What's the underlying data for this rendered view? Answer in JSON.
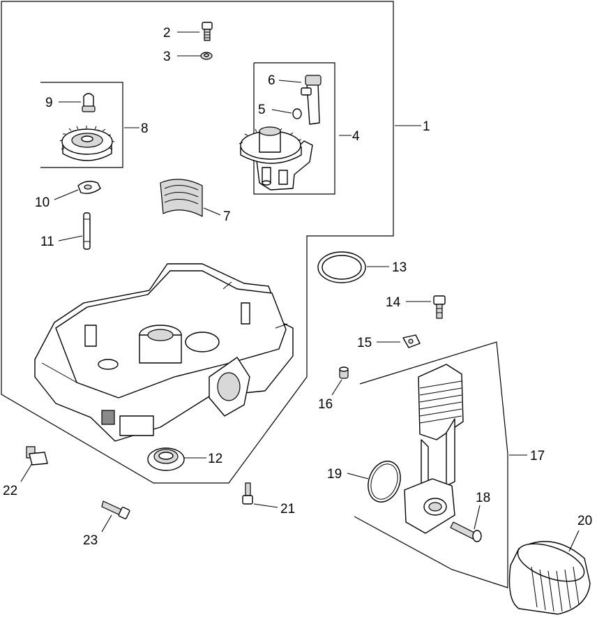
{
  "diagram": {
    "callouts": [
      {
        "key": "c1",
        "label": "1"
      },
      {
        "key": "c2",
        "label": "2"
      },
      {
        "key": "c3",
        "label": "3"
      },
      {
        "key": "c4",
        "label": "4"
      },
      {
        "key": "c5",
        "label": "5"
      },
      {
        "key": "c6",
        "label": "6"
      },
      {
        "key": "c7",
        "label": "7"
      },
      {
        "key": "c8",
        "label": "8"
      },
      {
        "key": "c9",
        "label": "9"
      },
      {
        "key": "c10",
        "label": "10"
      },
      {
        "key": "c11",
        "label": "11"
      },
      {
        "key": "c12",
        "label": "12"
      },
      {
        "key": "c13",
        "label": "13"
      },
      {
        "key": "c14",
        "label": "14"
      },
      {
        "key": "c15",
        "label": "15"
      },
      {
        "key": "c16",
        "label": "16"
      },
      {
        "key": "c17",
        "label": "17"
      },
      {
        "key": "c18",
        "label": "18"
      },
      {
        "key": "c19",
        "label": "19"
      },
      {
        "key": "c20",
        "label": "20"
      },
      {
        "key": "c21",
        "label": "21"
      },
      {
        "key": "c22",
        "label": "22"
      },
      {
        "key": "c23",
        "label": "23"
      }
    ]
  }
}
